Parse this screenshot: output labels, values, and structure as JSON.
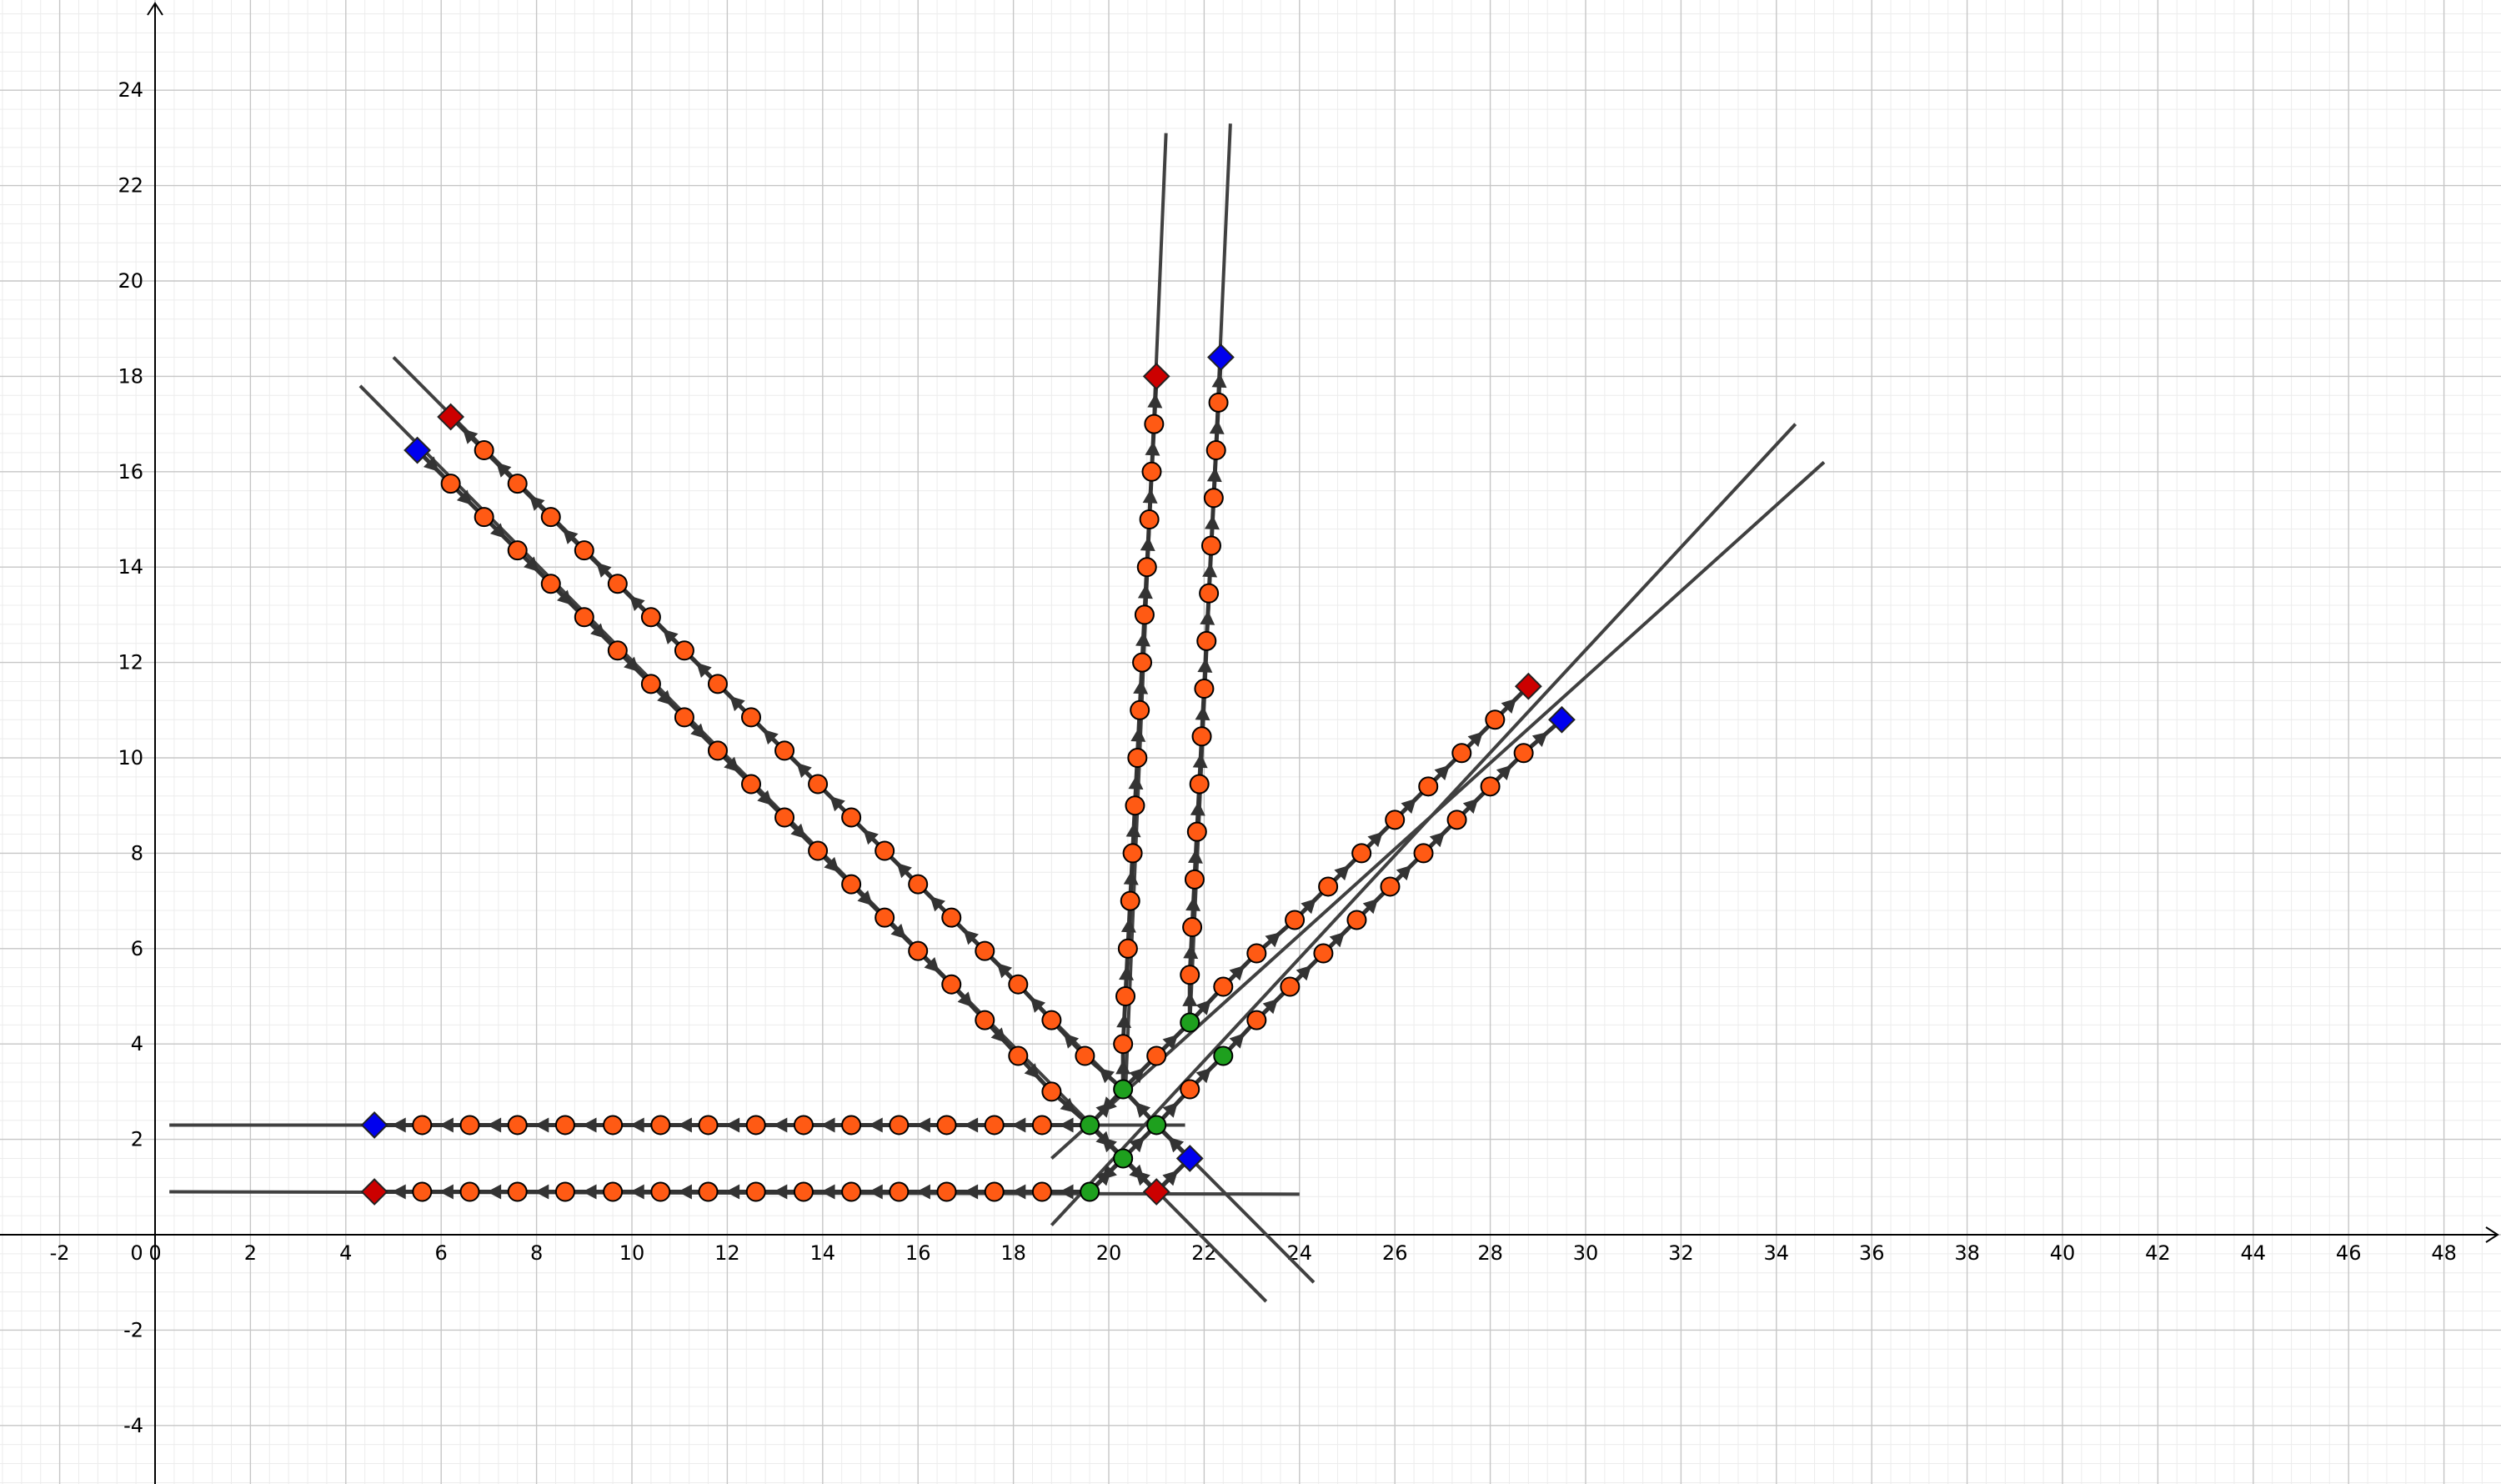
{
  "chart_data": {
    "type": "scatter",
    "title": "",
    "xlabel": "",
    "ylabel": "",
    "xlim": [
      -3.2,
      49.2
    ],
    "ylim": [
      -5.2,
      25.8
    ],
    "grid": true,
    "x_ticks": [
      -2,
      0,
      2,
      4,
      6,
      8,
      10,
      12,
      14,
      16,
      18,
      20,
      22,
      24,
      26,
      28,
      30,
      32,
      34,
      36,
      38,
      40,
      42,
      44,
      46,
      48
    ],
    "y_ticks": [
      -4,
      -2,
      2,
      4,
      6,
      8,
      10,
      12,
      14,
      16,
      18,
      20,
      22,
      24
    ],
    "colors": {
      "path_point": "#ff5a14",
      "intersection_point": "#1ea01e",
      "start_marker": "#cc0000",
      "end_marker": "#0000ee",
      "line": "#404040"
    },
    "lines": [
      {
        "from": [
          0.3,
          0.9
        ],
        "to": [
          24,
          0.85
        ]
      },
      {
        "from": [
          0.3,
          2.3
        ],
        "to": [
          21.6,
          2.3
        ]
      },
      {
        "from": [
          4.3,
          17.8
        ],
        "to": [
          23.3,
          -1.4
        ]
      },
      {
        "from": [
          5,
          18.4
        ],
        "to": [
          24.3,
          -1
        ]
      },
      {
        "from": [
          21.2,
          23.1
        ],
        "to": [
          20.35,
          3
        ]
      },
      {
        "from": [
          22.55,
          23.3
        ],
        "to": [
          21.7,
          4.4
        ]
      },
      {
        "from": [
          18.8,
          0.2
        ],
        "to": [
          34.4,
          17
        ]
      },
      {
        "from": [
          18.8,
          1.6
        ],
        "to": [
          35,
          16.2
        ]
      }
    ],
    "paths": [
      {
        "direction": "reverse",
        "points": [
          [
            4.6,
            0.9
          ],
          [
            5.6,
            0.9
          ],
          [
            6.6,
            0.9
          ],
          [
            7.6,
            0.9
          ],
          [
            8.6,
            0.9
          ],
          [
            9.6,
            0.9
          ],
          [
            10.6,
            0.9
          ],
          [
            11.6,
            0.9
          ],
          [
            12.6,
            0.9
          ],
          [
            13.6,
            0.9
          ],
          [
            14.6,
            0.9
          ],
          [
            15.6,
            0.9
          ],
          [
            16.6,
            0.9
          ],
          [
            17.6,
            0.9
          ],
          [
            18.6,
            0.9
          ],
          [
            19.6,
            0.9
          ],
          [
            20.3,
            1.6
          ],
          [
            21,
            0.9
          ]
        ]
      },
      {
        "direction": "reverse",
        "points": [
          [
            4.6,
            2.3
          ],
          [
            5.6,
            2.3
          ],
          [
            6.6,
            2.3
          ],
          [
            7.6,
            2.3
          ],
          [
            8.6,
            2.3
          ],
          [
            9.6,
            2.3
          ],
          [
            10.6,
            2.3
          ],
          [
            11.6,
            2.3
          ],
          [
            12.6,
            2.3
          ],
          [
            13.6,
            2.3
          ],
          [
            14.6,
            2.3
          ],
          [
            15.6,
            2.3
          ],
          [
            16.6,
            2.3
          ],
          [
            17.6,
            2.3
          ],
          [
            18.6,
            2.3
          ],
          [
            19.6,
            2.3
          ],
          [
            20.3,
            3.05
          ],
          [
            21,
            2.3
          ],
          [
            21.7,
            1.6
          ]
        ]
      },
      {
        "direction": "reverse",
        "points": [
          [
            6.2,
            17.15
          ],
          [
            6.9,
            16.45
          ],
          [
            7.6,
            15.75
          ],
          [
            8.3,
            15.05
          ],
          [
            9,
            14.35
          ],
          [
            9.7,
            13.65
          ],
          [
            10.4,
            12.95
          ],
          [
            11.1,
            12.25
          ],
          [
            11.8,
            11.55
          ],
          [
            12.5,
            10.85
          ],
          [
            13.2,
            10.15
          ],
          [
            13.9,
            9.45
          ],
          [
            14.6,
            8.75
          ],
          [
            15.3,
            8.05
          ],
          [
            16,
            7.35
          ],
          [
            16.7,
            6.65
          ],
          [
            17.4,
            5.95
          ],
          [
            18.1,
            5.25
          ],
          [
            18.8,
            4.5
          ],
          [
            19.5,
            3.75
          ],
          [
            20.3,
            3.05
          ],
          [
            21,
            2.3
          ],
          [
            21.7,
            1.6
          ],
          [
            21,
            0.9
          ]
        ]
      },
      {
        "direction": "forward",
        "points": [
          [
            5.5,
            16.45
          ],
          [
            6.2,
            15.75
          ],
          [
            6.9,
            15.05
          ],
          [
            7.6,
            14.35
          ],
          [
            8.3,
            13.65
          ],
          [
            9,
            12.95
          ],
          [
            9.7,
            12.25
          ],
          [
            10.4,
            11.55
          ],
          [
            11.1,
            10.85
          ],
          [
            11.8,
            10.15
          ],
          [
            12.5,
            9.45
          ],
          [
            13.2,
            8.75
          ],
          [
            13.9,
            8.05
          ],
          [
            14.6,
            7.35
          ],
          [
            15.3,
            6.65
          ],
          [
            16,
            5.95
          ],
          [
            16.7,
            5.25
          ],
          [
            17.4,
            4.5
          ],
          [
            18.1,
            3.75
          ],
          [
            18.8,
            3
          ],
          [
            19.6,
            2.3
          ],
          [
            20.3,
            1.6
          ],
          [
            21,
            0.9
          ],
          [
            21.7,
            1.6
          ]
        ]
      },
      {
        "direction": "reverse",
        "points": [
          [
            21,
            18
          ],
          [
            20.95,
            17
          ],
          [
            20.9,
            16
          ],
          [
            20.85,
            15
          ],
          [
            20.8,
            14
          ],
          [
            20.75,
            13
          ],
          [
            20.7,
            12
          ],
          [
            20.65,
            11
          ],
          [
            20.6,
            10
          ],
          [
            20.55,
            9
          ],
          [
            20.5,
            8
          ],
          [
            20.45,
            7
          ],
          [
            20.4,
            6
          ],
          [
            20.35,
            5
          ],
          [
            20.3,
            4
          ],
          [
            20.3,
            3.05
          ],
          [
            19.6,
            2.3
          ],
          [
            20.3,
            1.6
          ],
          [
            19.6,
            0.9
          ]
        ]
      },
      {
        "direction": "forward",
        "points": [
          [
            21.7,
            4.45
          ],
          [
            21.7,
            5.45
          ],
          [
            21.75,
            6.45
          ],
          [
            21.8,
            7.45
          ],
          [
            21.85,
            8.45
          ],
          [
            21.9,
            9.45
          ],
          [
            21.95,
            10.45
          ],
          [
            22,
            11.45
          ],
          [
            22.05,
            12.45
          ],
          [
            22.1,
            13.45
          ],
          [
            22.15,
            14.45
          ],
          [
            22.2,
            15.45
          ],
          [
            22.25,
            16.45
          ],
          [
            22.3,
            17.45
          ],
          [
            22.35,
            18.4
          ]
        ]
      },
      {
        "direction": "reverse",
        "points": [
          [
            28.8,
            11.5
          ],
          [
            28.1,
            10.8
          ],
          [
            27.4,
            10.1
          ],
          [
            26.7,
            9.4
          ],
          [
            26,
            8.7
          ],
          [
            25.3,
            8
          ],
          [
            24.6,
            7.3
          ],
          [
            23.9,
            6.6
          ],
          [
            23.1,
            5.9
          ],
          [
            22.4,
            5.2
          ],
          [
            21.7,
            4.45
          ],
          [
            21,
            3.75
          ],
          [
            20.3,
            3.05
          ]
        ]
      },
      {
        "direction": "forward",
        "points": [
          [
            19.6,
            0.9
          ],
          [
            20.3,
            1.6
          ],
          [
            21,
            2.3
          ],
          [
            21.7,
            3.05
          ],
          [
            22.4,
            3.75
          ],
          [
            23.1,
            4.5
          ],
          [
            23.8,
            5.2
          ],
          [
            24.5,
            5.9
          ],
          [
            25.2,
            6.6
          ],
          [
            25.9,
            7.3
          ],
          [
            26.6,
            8
          ],
          [
            27.3,
            8.7
          ],
          [
            28,
            9.4
          ],
          [
            28.7,
            10.1
          ],
          [
            29.5,
            10.8
          ]
        ]
      }
    ],
    "intersection_points": [
      [
        19.6,
        0.9
      ],
      [
        20.3,
        1.6
      ],
      [
        19.6,
        2.3
      ],
      [
        21,
        2.3
      ],
      [
        20.3,
        3.05
      ],
      [
        21.7,
        4.45
      ],
      [
        22.4,
        3.75
      ]
    ],
    "start_markers": [
      [
        4.6,
        0.9
      ],
      [
        21,
        0.9
      ],
      [
        6.2,
        17.15
      ],
      [
        21,
        18
      ],
      [
        28.8,
        11.5
      ]
    ],
    "end_markers": [
      [
        4.6,
        2.3
      ],
      [
        5.5,
        16.45
      ],
      [
        21.7,
        1.6
      ],
      [
        22.35,
        18.4
      ],
      [
        29.5,
        10.8
      ]
    ]
  }
}
